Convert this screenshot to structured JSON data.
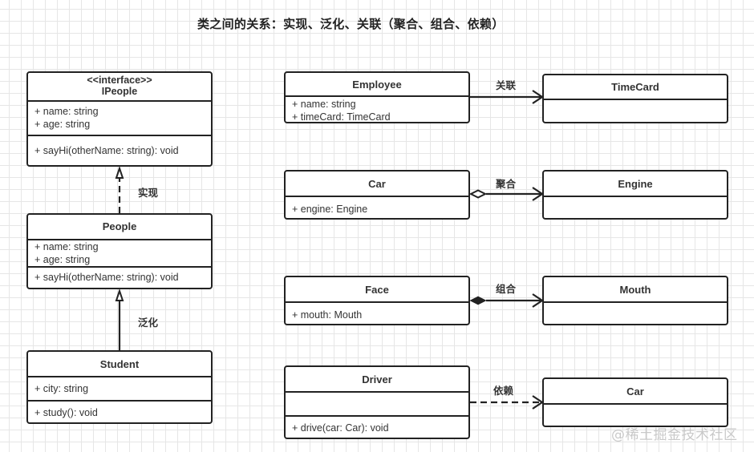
{
  "title": "类之间的关系：实现、泛化、关联（聚合、组合、依赖）",
  "classes": {
    "ipeople": {
      "stereotype": "<<interface>>",
      "name": "IPeople",
      "attributes": [
        "+ name: string",
        "+ age: string"
      ],
      "methods": [
        "+ sayHi(otherName: string): void"
      ]
    },
    "people": {
      "name": "People",
      "attributes": [
        "+ name: string",
        "+ age: string"
      ],
      "methods": [
        "+ sayHi(otherName: string): void"
      ]
    },
    "student": {
      "name": "Student",
      "attributes": [
        "+ city: string"
      ],
      "methods": [
        "+ study(): void"
      ]
    },
    "employee": {
      "name": "Employee",
      "attributes": [
        "+ name: string",
        "+ timeCard: TimeCard"
      ]
    },
    "timecard": {
      "name": "TimeCard"
    },
    "car": {
      "name": "Car",
      "attributes": [
        "+ engine: Engine"
      ]
    },
    "engine": {
      "name": "Engine"
    },
    "face": {
      "name": "Face",
      "attributes": [
        "+ mouth: Mouth"
      ]
    },
    "mouth": {
      "name": "Mouth"
    },
    "driver": {
      "name": "Driver",
      "attributes": [],
      "methods": [
        "+ drive(car: Car): void"
      ]
    },
    "car2": {
      "name": "Car"
    }
  },
  "relations": {
    "realization": "实现",
    "generalization": "泛化",
    "association": "关联",
    "aggregation": "聚合",
    "composition": "组合",
    "dependency": "依赖"
  },
  "watermark": "@稀土掘金技术社区",
  "colors": {
    "stroke": "#222222",
    "grid": "#e6e6e6",
    "background": "#ffffff"
  }
}
